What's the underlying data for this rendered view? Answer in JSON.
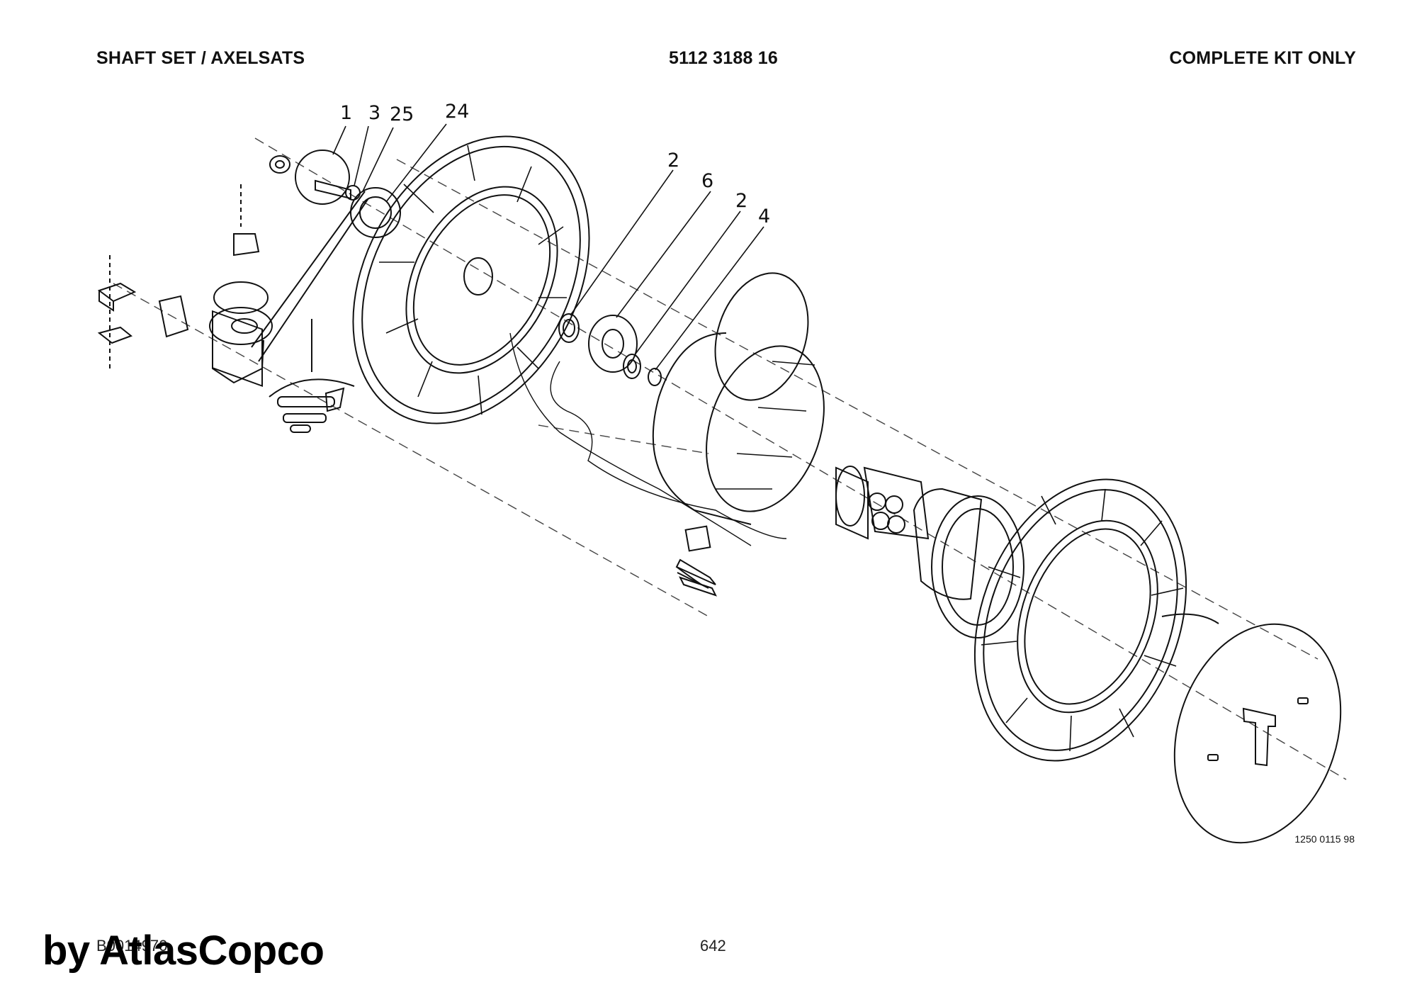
{
  "header": {
    "left": "SHAFT SET / AXELSATS",
    "center": "5112 3188 16",
    "right": "COMPLETE KIT ONLY"
  },
  "callouts": [
    "1",
    "3",
    "25",
    "24",
    "2",
    "6",
    "2",
    "4"
  ],
  "drawing_number": "1250 0115 98",
  "footer": {
    "doc_code": "B0014970",
    "page": "642",
    "watermark": "by AtlasCopco"
  }
}
